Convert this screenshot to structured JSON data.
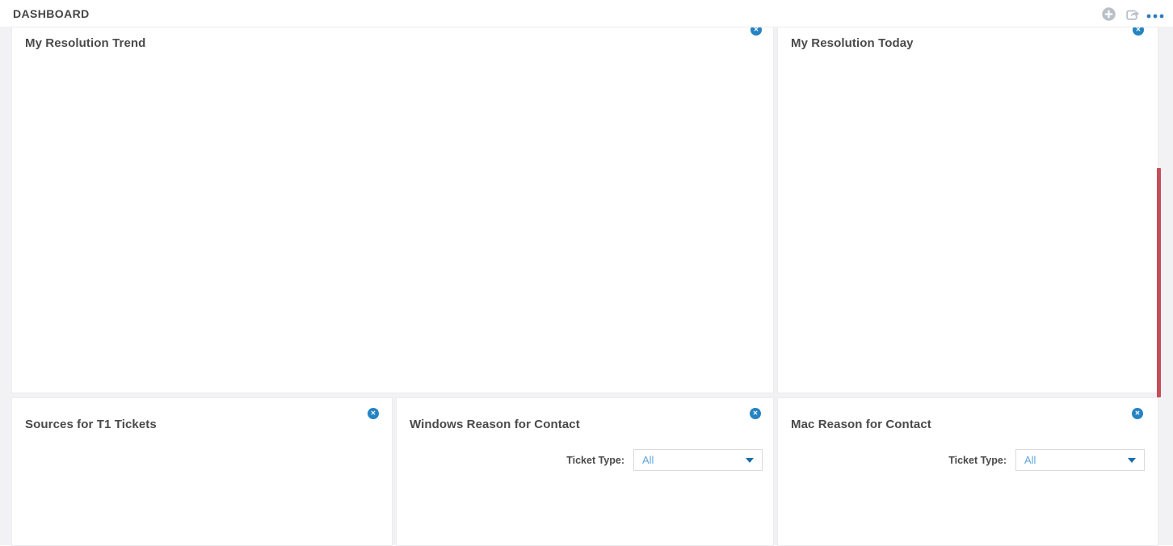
{
  "page": {
    "title": "DASHBOARD"
  },
  "header": {
    "actions": [
      {
        "name": "add-widget",
        "icon": "plus-circle-icon"
      },
      {
        "name": "share-dashboard",
        "icon": "share-icon"
      },
      {
        "name": "more-options",
        "icon": "ellipsis-icon"
      }
    ]
  },
  "icons": {
    "close_glyph": "✕"
  },
  "colors": {
    "close_button_blue": "#2583c2",
    "link_blue": "#5ea5dc",
    "caret_blue": "#1a6da8",
    "ellipsis_blue": "#2e7cbf",
    "icon_gray": "#b9c0c8",
    "alert_bar_red": "#c64e5a",
    "title_text": "#4a4a4a",
    "panel_border": "#ececee",
    "canvas_background": "#f2f2f4"
  },
  "panels": {
    "my_resolution_trend": {
      "title": "My Resolution Trend"
    },
    "my_resolution_today": {
      "title": "My Resolution Today"
    },
    "sources_for_t1_tickets": {
      "title": "Sources for T1 Tickets"
    },
    "windows_reason_for_contact": {
      "title": "Windows Reason for Contact",
      "filter_label": "Ticket Type:",
      "filter_value": "All"
    },
    "mac_reason_for_contact": {
      "title": "Mac Reason for Contact",
      "filter_label": "Ticket Type:",
      "filter_value": "All"
    }
  }
}
